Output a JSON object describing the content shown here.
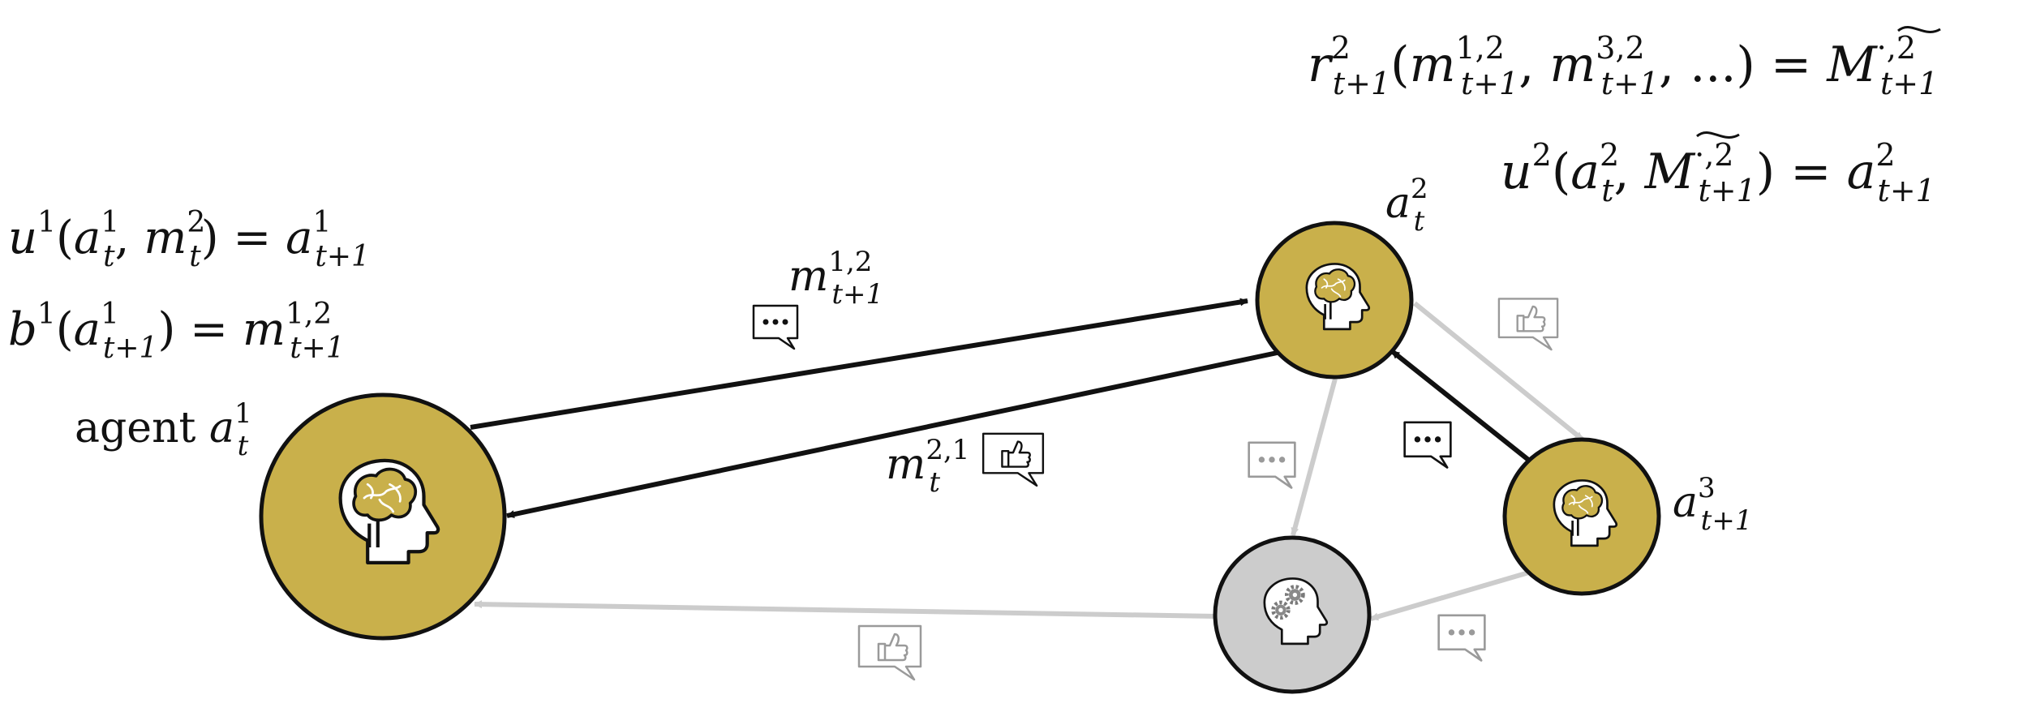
{
  "colors": {
    "agent_fill": "#c9b04b",
    "agent_inactive_fill": "#cccccc",
    "active_edge": "#111111",
    "inactive_edge": "#cccccc"
  },
  "labels": {
    "agent1": {
      "prefix": "agent",
      "sym": "a",
      "sup": "1",
      "sub": "t"
    },
    "agent2": {
      "sym": "a",
      "sup": "2",
      "sub": "t"
    },
    "agent3": {
      "sym": "a",
      "sup": "3",
      "sub": "t+1"
    },
    "msg_12": {
      "sym": "m",
      "sup": "1,2",
      "sub": "t+1"
    },
    "msg_21": {
      "sym": "m",
      "sup": "2,1",
      "sub": "t"
    }
  },
  "equations": {
    "eq_u1": {
      "f": "u",
      "f_sup": "1",
      "a_sup": "1",
      "a_sub": "t",
      "m_sup": "2",
      "m_sub": "t",
      "rhs_sup": "1",
      "rhs_sub": "t+1"
    },
    "eq_b1": {
      "f": "b",
      "f_sup": "1",
      "a_sup": "1",
      "a_sub": "t+1",
      "rhs_sup": "1,2",
      "rhs_sub": "t+1"
    },
    "eq_r2": {
      "f": "r",
      "f_sup": "2",
      "f_sub": "t+1",
      "m1_sup": "1,2",
      "m1_sub": "t+1",
      "m2_sup": "3,2",
      "m2_sub": "t+1",
      "ellipsis": "...",
      "rhs": "M",
      "rhs_sup": "·,2",
      "rhs_sub": "t+1"
    },
    "eq_u2": {
      "f": "u",
      "f_sup": "2",
      "a_sup": "2",
      "a_sub": "t",
      "M": "M",
      "M_sup": "·,2",
      "M_sub": "t+1",
      "rhs_sup": "2",
      "rhs_sub": "t+1"
    }
  },
  "icons": {
    "agent_head": "head-brain-icon",
    "gear_head": "head-gears-icon",
    "message": "speech-bubble-dots-icon",
    "feedback": "speech-bubble-thumbs-up-icon"
  }
}
